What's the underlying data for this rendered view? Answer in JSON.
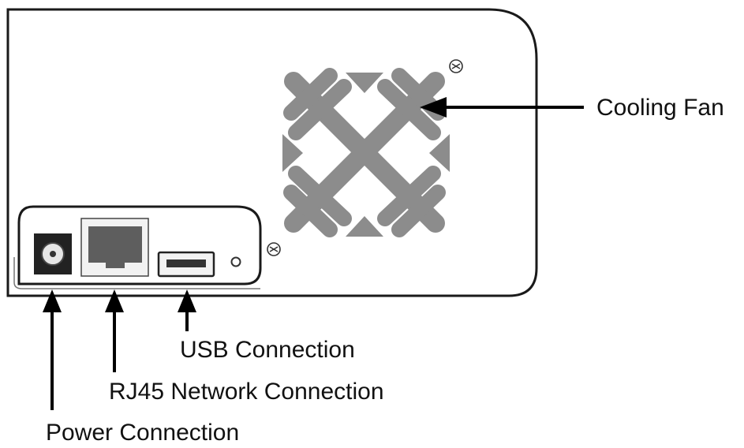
{
  "labels": {
    "cooling_fan": "Cooling Fan",
    "usb": "USB Connection",
    "rj45": "RJ45 Network Connection",
    "power": "Power Connection"
  },
  "colors": {
    "outline": "#1a1a1a",
    "fan_bars": "#8c8c8c",
    "port_fill": "#555555",
    "background": "#ffffff"
  },
  "icons": [
    "screw-icon",
    "fan-grille-icon",
    "dc-jack-icon",
    "rj45-port-icon",
    "usb-port-icon",
    "led-indicator-icon"
  ]
}
